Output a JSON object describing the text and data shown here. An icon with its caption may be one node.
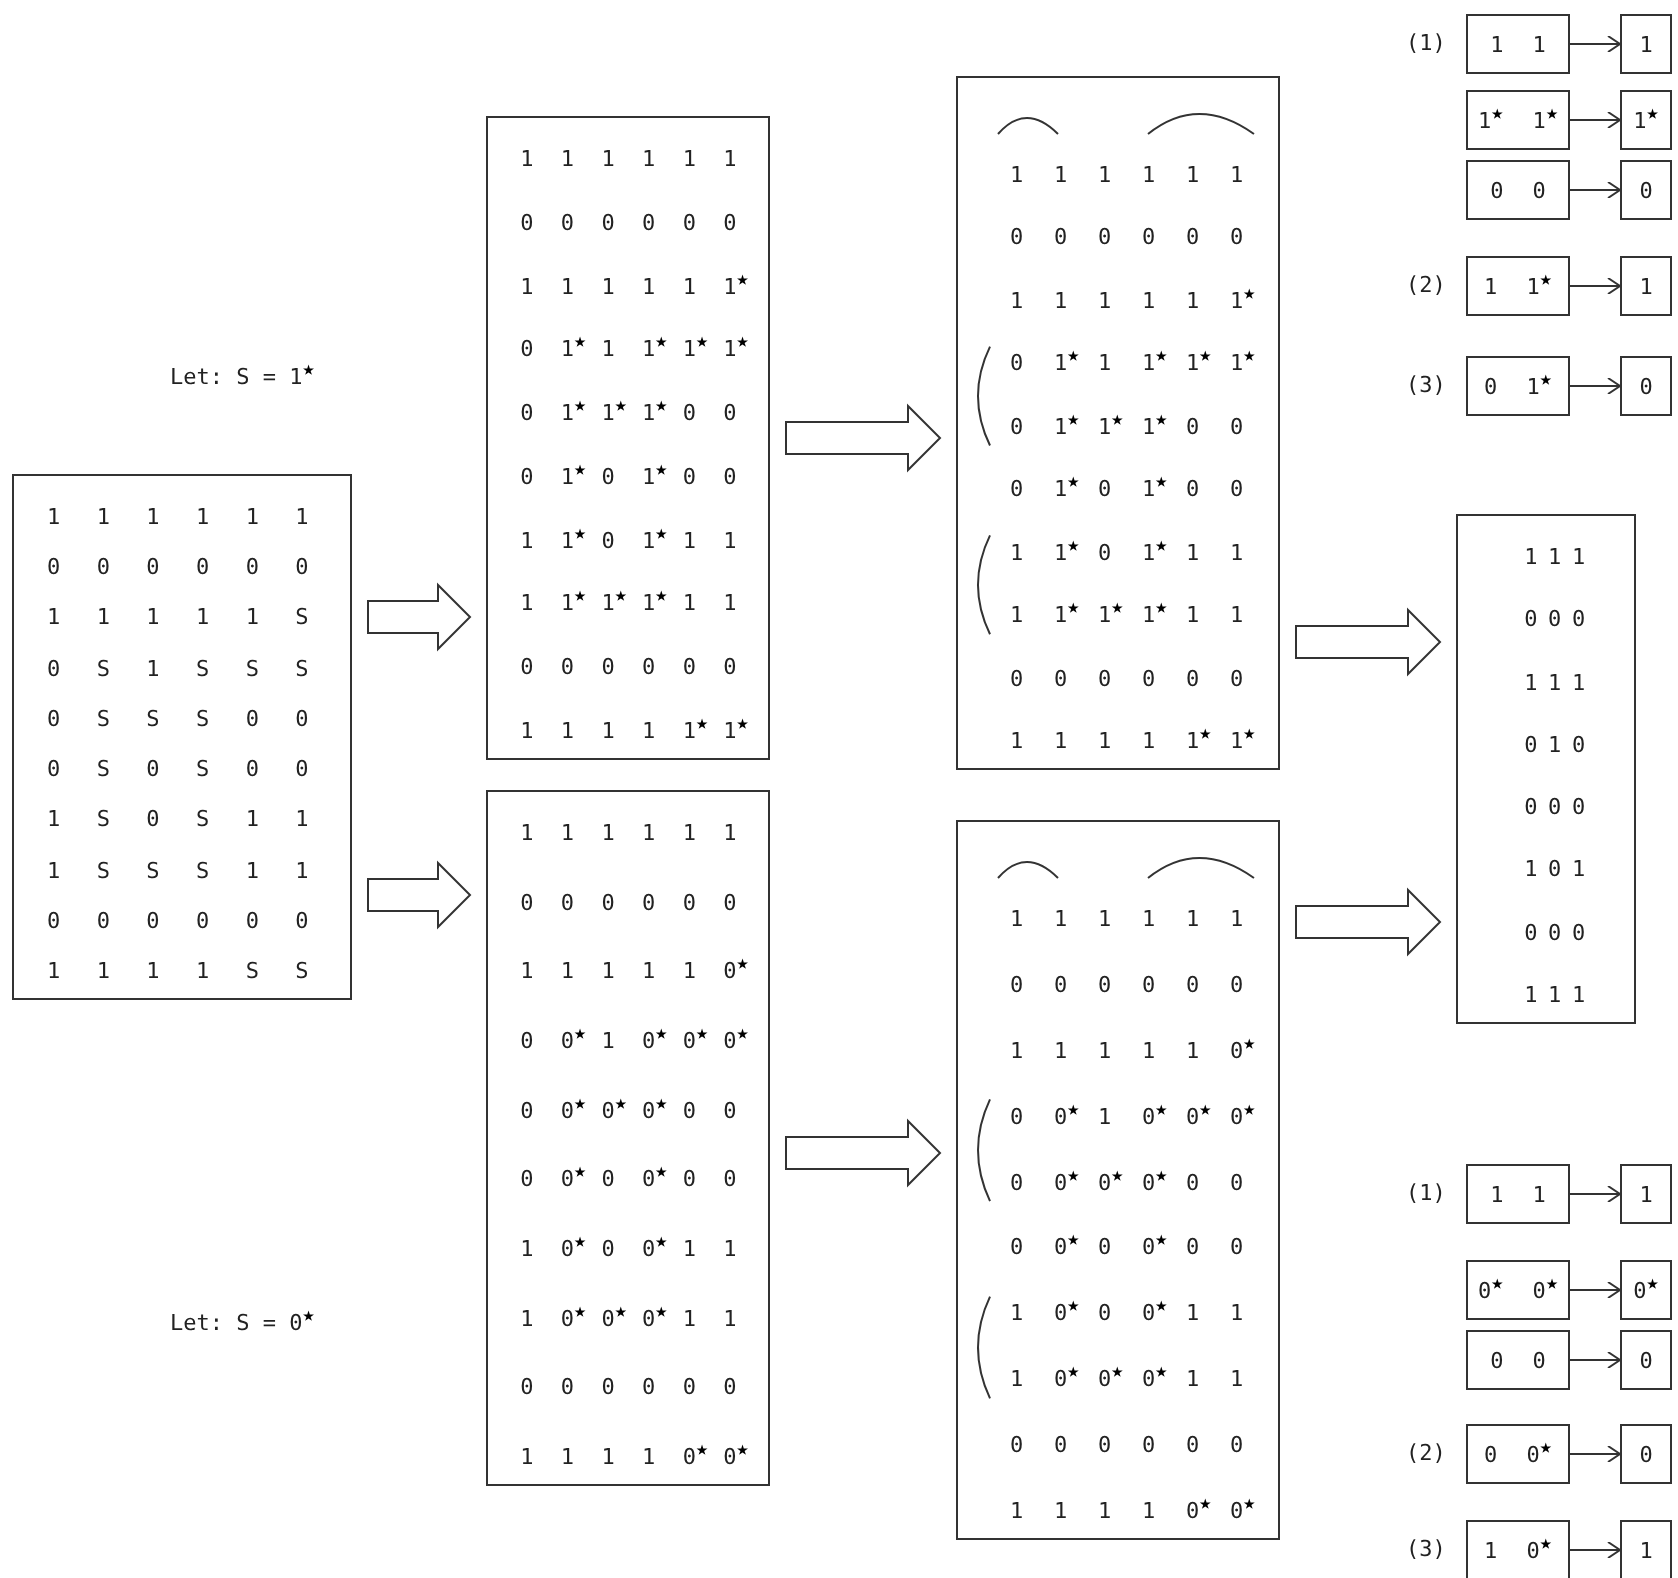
{
  "diagram": {
    "nodes": [
      {
        "text": [
          "1 1 1 1 1 1",
          "0 0 0 0 0 0",
          "1 1 1 1 1 S",
          "0 S 1 S S S",
          "0 S S S 0 0",
          "0 S 0 S 0 0",
          "1 S 0 S 1 1",
          "1 S S S 1 1",
          "0 0 0 0 0 0",
          "1 1 1 1 S S"
        ]
      },
      {
        "text": [
          "1 1 1 1 1 1",
          "0 0 0 0 0 0",
          "1 1 1 1 1 1$^{★}$",
          "0 1$^{★}$ 1 1$^{★}$ 1$^{★}$ 1$^{★}$",
          "0 1$^{★}$ 1$^{★}$ 1$^{★}$ 0 0",
          "0 1$^{★}$ 0 1$^{★}$ 0 0",
          "1 1$^{★}$ 0 1$^{★}$ 1 1",
          "1 1$^{★}$ 1$^{★}$ 1$^{★}$ 1 1",
          "0 0 0 0 0 0",
          "1 1 1 1 1$^{★}$ 1$^{★}$"
        ]
      },
      {
        "text": [
          "1 1 1 1 1 1",
          "0 0 0 0 0 0",
          "1 1 1 1 1 0$^{★}$",
          "0 0$^{★}$ 1 0$^{★}$ 0$^{★}$ 0$^{★}$",
          "0 0$^{★}$ 0$^{★}$ 0$^{★}$ 0 0",
          "0 0$^{★}$ 0 0$^{★}$ 0 0",
          "1 0$^{★}$ 0 0$^{★}$ 1 1",
          "1 0$^{★}$ 0$^{★}$ 0$^{★}$ 1 1",
          "0 0 0 0 0 0",
          "1 1 1 1 0$^{★}$ 0$^{★}$"
        ]
      },
      {
        "text": [
          "1 1 1 1 1 1",
          "0 0 0 0 0 0",
          "1 1 1 1 1 1$^{★}$",
          "0 1$^{★}$ 1 1$^{★}$ 1$^{★}$ 1$^{★}$",
          "0 1$^{★}$ 1$^{★}$ 1$^{★}$ 0 0",
          "0 1$^{★}$ 0 1$^{★}$ 0 0",
          "1 1$^{★}$ 0 1$^{★}$ 1 1",
          "1 1$^{★}$ 1$^{★}$ 1$^{★}$ 1 1",
          "0 0 0 0 0 0",
          "1 1 1 1 1$^{★}$ 1$^{★}$"
        ]
      },
      {
        "text": [
          "1 1 1 1 1 1",
          "0 0 0 0 0 0",
          "1 1 1 1 1 0$^{★}$",
          "0 0$^{★}$ 1 0$^{★}$ 0$^{★}$ 0$^{★}$",
          "0 0$^{★}$ 0$^{★}$ 0$^{★}$ 0 0",
          "0 0$^{★}$ 0 0$^{★}$ 0 0",
          "1 0$^{★}$ 0 0$^{★}$ 1 1",
          "1 0$^{★}$ 0$^{★}$ 0$^{★}$ 1 1",
          "0 0 0 0 0 0",
          "1 1 1 1 0$^{★}$ 0$^{★}$"
        ]
      },
      {
        "text": [
          "1 1 1",
          "0 0 0",
          "1 1 1",
          "0 1 0",
          "0 0 0",
          "1 0 1",
          "0 0 0",
          "1 1 1"
        ]
      },
      {
        "text": [
          "1 1"
        ],
        "beside": [
          "(1)"
        ]
      },
      {
        "text": [
          "1"
        ]
      },
      {
        "text": [
          "1$^{★}$ 1$^{★}$"
        ]
      },
      {
        "text": [
          "1$^{★}$"
        ]
      },
      {
        "text": [
          "0 0"
        ]
      },
      {
        "text": [
          "0"
        ]
      },
      {
        "text": [
          "1 1$^{★}$"
        ],
        "beside": [
          "(2)"
        ]
      },
      {
        "text": [
          "1"
        ]
      },
      {
        "text": [
          "0 1$^{★}$"
        ],
        "beside": [
          "(3)"
        ]
      },
      {
        "text": [
          "0"
        ]
      },
      {
        "text": [
          "1 1"
        ],
        "beside": [
          "(1)"
        ]
      },
      {
        "text": [
          "1"
        ]
      },
      {
        "text": [
          "0$^{★}$ 0$^{★}$"
        ]
      },
      {
        "text": [
          "0$^{★}$"
        ]
      },
      {
        "text": [
          "0 0"
        ]
      },
      {
        "text": [
          "0"
        ]
      },
      {
        "text": [
          "0 0$^{★}$"
        ],
        "beside": [
          "(2)"
        ]
      },
      {
        "text": [
          "0"
        ]
      },
      {
        "text": [
          "1 0$^{★}$"
        ],
        "beside": [
          "(3)"
        ]
      },
      {
        "text": [
          "1"
        ]
      }
    ],
    "edges": [
      {
        "from": 0,
        "to": 1,
        "arrow": "to"
      },
      {
        "from": 0,
        "to": 2,
        "arrow": "to"
      },
      {
        "from": 1,
        "to": 3,
        "arrow": "to"
      },
      {
        "from": 2,
        "to": 4,
        "arrow": "to"
      },
      {
        "from": 3,
        "to": 5,
        "arrow": "to"
      },
      {
        "from": 4,
        "to": 5,
        "arrow": "to"
      },
      {
        "from": 6,
        "to": 7,
        "arrow": "to"
      },
      {
        "from": 8,
        "to": 9,
        "arrow": "to"
      },
      {
        "from": 10,
        "to": 11,
        "arrow": "to"
      },
      {
        "from": 12,
        "to": 13,
        "arrow": "to"
      },
      {
        "from": 14,
        "to": 15,
        "arrow": "to"
      },
      {
        "from": 16,
        "to": 17,
        "arrow": "to"
      },
      {
        "from": 18,
        "to": 19,
        "arrow": "to"
      },
      {
        "from": 20,
        "to": 21,
        "arrow": "to"
      },
      {
        "from": 22,
        "to": 23,
        "arrow": "to"
      },
      {
        "from": 24,
        "to": 25,
        "arrow": "to"
      }
    ],
    "labels": [
      "Let: S = 1$^{★}$",
      "Let: S = 0$^{★}$"
    ]
  }
}
